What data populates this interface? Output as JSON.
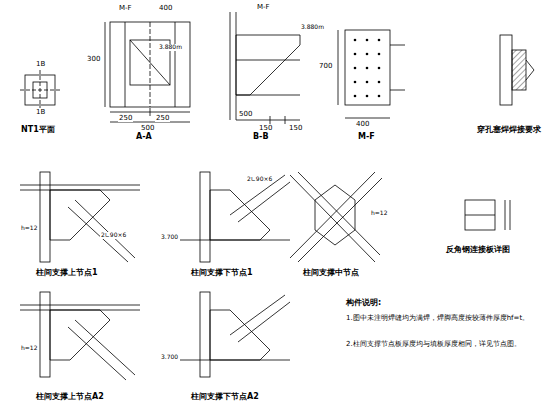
{
  "diagram": {
    "labels": [
      "1B",
      "1B",
      "NT1平面",
      "M-F",
      "400",
      "300",
      "3.880m",
      "250",
      "250",
      "500",
      "A-A",
      "M-F",
      "3.880m",
      "500",
      "150",
      "150",
      "B-B",
      "700",
      "400",
      "M-F",
      "穿孔塞焊焊接要求",
      "柱间支撑上节点1",
      "柱间支撑下节点1",
      "柱间支撑中节点",
      "反角钢连接板详图",
      "柱间支撑上节点A2",
      "柱间支撑下节点A2",
      "3.700",
      "3.700",
      "h=12",
      "h=12",
      "h=12",
      "2∟90×6",
      "2∟90×6",
      "构件说明:",
      "1.图中未注明焊缝均为满焊，焊脚高度按较薄件厚度hf=t。",
      "2.柱间支撑节点板厚度均与填板厚度相同，详见节点图。"
    ]
  }
}
